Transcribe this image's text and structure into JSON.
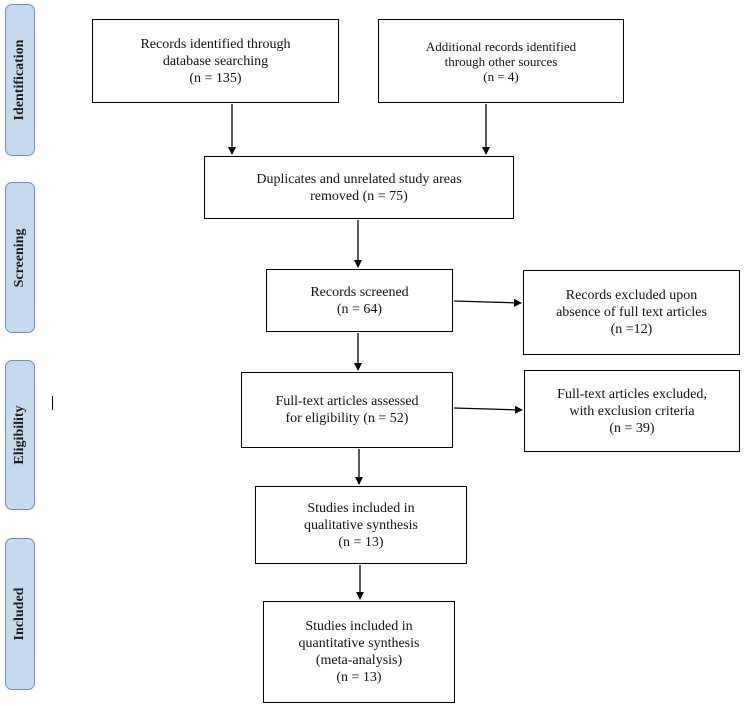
{
  "phases": {
    "identification": "Identification",
    "screening": "Screening",
    "eligibility": "Eligibility",
    "included": "Included"
  },
  "boxes": {
    "database_records": "Records identified through\ndatabase searching\n(n = 135)",
    "other_sources": "Additional records identified\nthrough other sources\n(n = 4)",
    "duplicates_removed": "Duplicates and unrelated study areas\nremoved (n = 75)",
    "records_screened": "Records screened\n(n = 64)",
    "records_excluded": "Records excluded upon\nabsence of full text articles\n(n =12)",
    "fulltext_assessed": "Full-text articles assessed\nfor eligibility (n = 52)",
    "fulltext_excluded": "Full-text articles excluded,\nwith exclusion criteria\n(n = 39)",
    "qualitative": "Studies included in\nqualitative synthesis\n(n = 13)",
    "quantitative": "Studies included in\nquantitative synthesis\n(meta-analysis)\n(n = 13)"
  }
}
